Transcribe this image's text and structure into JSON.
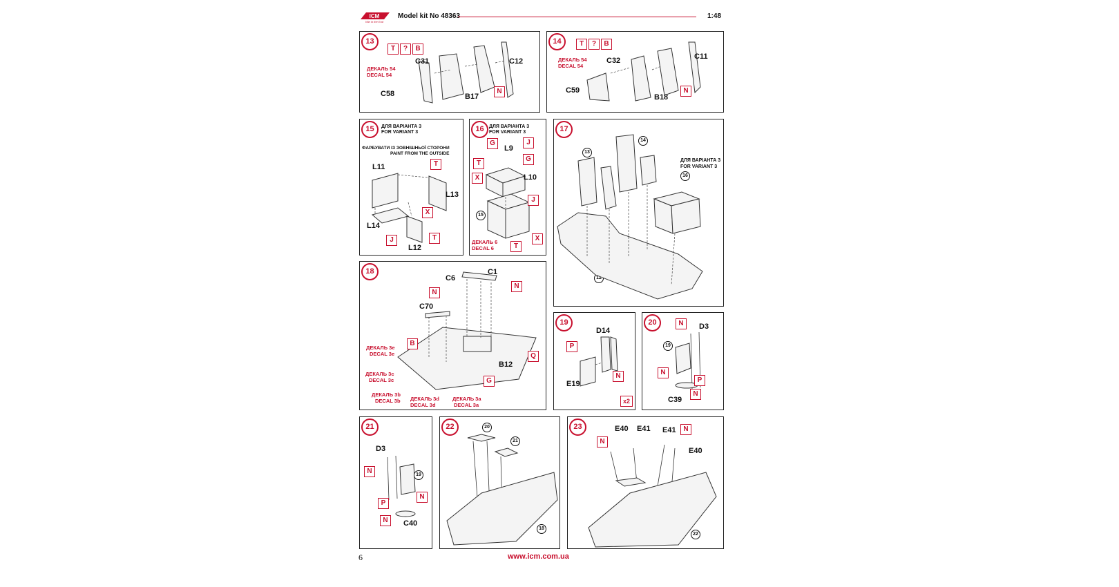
{
  "header": {
    "brand": "ICM",
    "tagline": "Win in the End",
    "kit": "Model kit No 48363",
    "scale": "1:48"
  },
  "footer": {
    "page": "6",
    "url": "www.icm.com.ua"
  },
  "colors": {
    "accent": "#c8102e",
    "line": "#222222"
  },
  "steps": {
    "s13": {
      "num": "13",
      "decal": [
        "ДЕКАЛЬ 54",
        "DECAL 54"
      ],
      "parts": [
        "C31",
        "C12",
        "C58",
        "B17"
      ],
      "codes": [
        "T",
        "?",
        "B",
        "N"
      ]
    },
    "s14": {
      "num": "14",
      "decal": [
        "ДЕКАЛЬ 54",
        "DECAL 54"
      ],
      "parts": [
        "C32",
        "C11",
        "C59",
        "B18"
      ],
      "codes": [
        "T",
        "?",
        "B",
        "N"
      ]
    },
    "s15": {
      "num": "15",
      "variant": [
        "ДЛЯ ВАРІАНТА 3",
        "FOR VARIANT 3"
      ],
      "paint": [
        "ФАРБУВАТИ ІЗ ЗОВНІШНЬОЇ СТОРОНИ",
        "PAINT FROM THE OUTSIDE"
      ],
      "parts": [
        "L11",
        "L13",
        "L14",
        "L12"
      ],
      "codes": [
        "T",
        "X",
        "J",
        "T"
      ]
    },
    "s16": {
      "num": "16",
      "variant": [
        "ДЛЯ ВАРІАНТА 3",
        "FOR VARIANT 3"
      ],
      "parts": [
        "L9",
        "L10"
      ],
      "decal": [
        "ДЕКАЛЬ 6",
        "DECAL 6"
      ],
      "ref": "15",
      "codes": [
        "G",
        "J",
        "G",
        "T",
        "X",
        "J",
        "T",
        "X"
      ]
    },
    "s17": {
      "num": "17",
      "variant": [
        "ДЛЯ ВАРІАНТА 3",
        "FOR VARIANT 3"
      ],
      "refs": [
        "13",
        "14",
        "16",
        "12"
      ]
    },
    "s18": {
      "num": "18",
      "parts": [
        "C6",
        "C1",
        "C70",
        "B12"
      ],
      "codes": [
        "N",
        "N",
        "B",
        "Q",
        "G"
      ],
      "decals": [
        "ДЕКАЛЬ 3e",
        "DECAL 3e",
        "ДЕКАЛЬ 3c",
        "DECAL 3c",
        "ДЕКАЛЬ 3b",
        "DECAL 3b",
        "ДЕКАЛЬ 3d",
        "DECAL 3d",
        "ДЕКАЛЬ 3a",
        "DECAL 3a"
      ]
    },
    "s19": {
      "num": "19",
      "parts": [
        "D14",
        "E19"
      ],
      "codes": [
        "P",
        "N"
      ],
      "qty": "x2"
    },
    "s20": {
      "num": "20",
      "parts": [
        "D3",
        "C39"
      ],
      "codes": [
        "N",
        "N",
        "P",
        "N"
      ],
      "ref": "19"
    },
    "s21": {
      "num": "21",
      "parts": [
        "D3",
        "C40"
      ],
      "codes": [
        "N",
        "N",
        "P",
        "N"
      ],
      "ref": "19"
    },
    "s22": {
      "num": "22",
      "refs": [
        "20",
        "21",
        "18"
      ]
    },
    "s23": {
      "num": "23",
      "parts": [
        "E40",
        "E41",
        "E41",
        "E40"
      ],
      "codes": [
        "N",
        "N"
      ],
      "ref": "22"
    }
  }
}
